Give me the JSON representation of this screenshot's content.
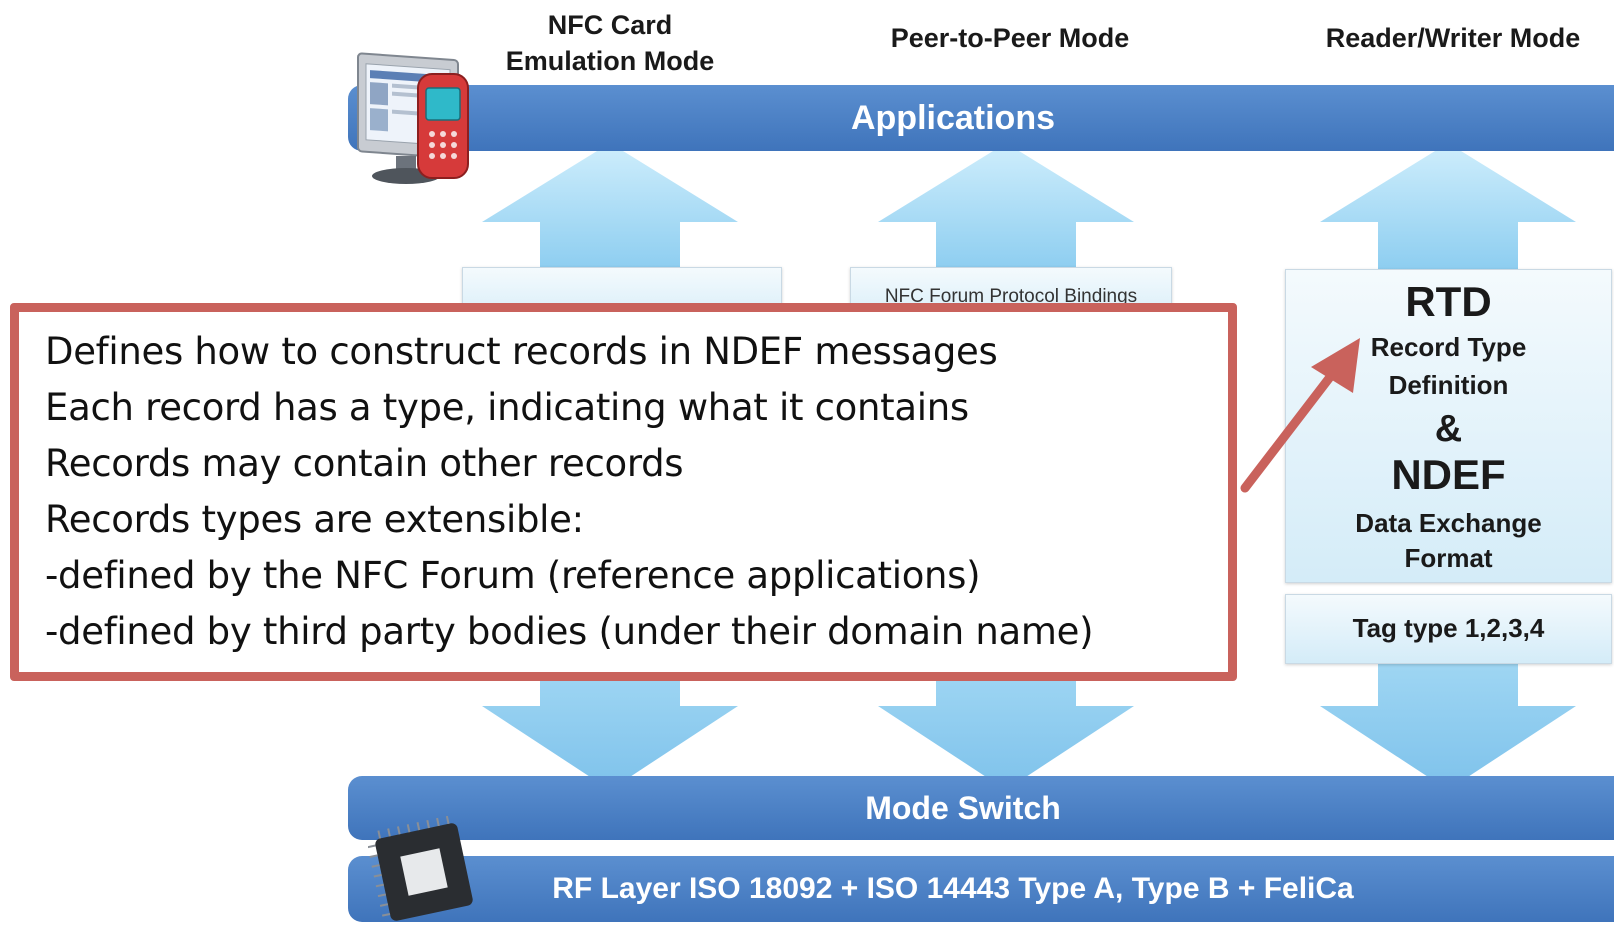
{
  "modes": {
    "card_emulation": "NFC Card\nEmulation Mode",
    "peer_to_peer": "Peer-to-Peer Mode",
    "reader_writer": "Reader/Writer Mode"
  },
  "bands": {
    "applications": "Applications",
    "mode_switch": "Mode Switch",
    "rf_layer": "RF Layer ISO 18092 + ISO 14443 Type A, Type B + FeliCa"
  },
  "panels": {
    "p2p_protocol": "NFC Forum Protocol Bindings",
    "rtd_title": "RTD",
    "rtd_subtitle": "Record Type\nDefinition",
    "ampersand": "&",
    "ndef_title": "NDEF",
    "ndef_subtitle": "Data Exchange\nFormat",
    "tag_type": "Tag type 1,2,3,4"
  },
  "callout": {
    "lines": [
      "Defines how to construct records in NDEF messages",
      "Each record has a type, indicating what it contains",
      "Records may contain other records",
      "Records types are extensible:",
      "-defined by the NFC Forum (reference applications)",
      "-defined by third party bodies (under their domain name)"
    ]
  },
  "colors": {
    "band_blue": "#4a7fc4",
    "arrow_blue": "#a9daf4",
    "callout_border": "#c9625c"
  }
}
